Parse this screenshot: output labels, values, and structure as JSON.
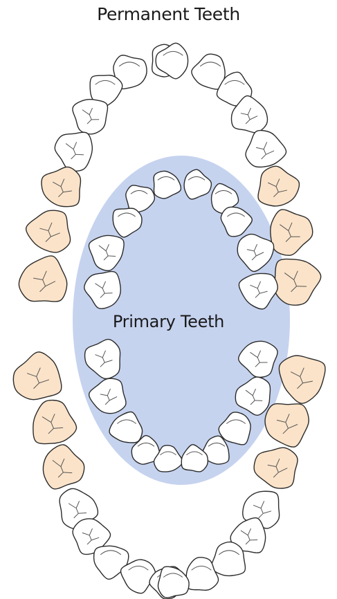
{
  "labels": {
    "permanent": "Permanent Teeth",
    "primary": "Primary Teeth"
  },
  "colors": {
    "background": "#ffffff",
    "tooth_fill": "#ffffff",
    "molar_fill": "#fbe3c9",
    "tooth_outline": "#2b2b2b",
    "groove": "#555555",
    "primary_region": "#c6d3ef"
  },
  "teeth": {
    "permanent": {
      "count": 32,
      "shaded_molars": 12
    },
    "primary": {
      "count": 20
    }
  }
}
